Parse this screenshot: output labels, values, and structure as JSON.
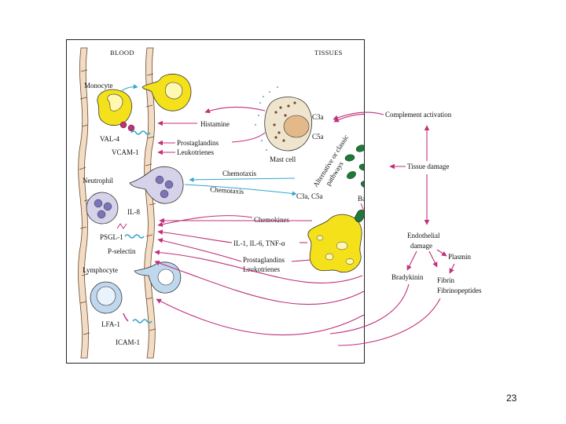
{
  "headers": {
    "blood": "BLOOD",
    "tissues": "TISSUES"
  },
  "cells": {
    "monocyte": "Monocyte",
    "neutrophil": "Neutrophil",
    "lymphocyte": "Lymphocyte",
    "mast_cell": "Mast cell",
    "bacteria": "Bacteria"
  },
  "adhesion": {
    "val4": "VAL-4",
    "vcam1": "VCAM-1",
    "il8": "IL-8",
    "psgl1": "PSGL-1",
    "pselectin": "P-selectin",
    "lfa1": "LFA-1",
    "icam1": "ICAM-1"
  },
  "mediators": {
    "histamine": "Histamine",
    "prostaglandins": "Prostaglandins",
    "leukotrienes": "Leukotrienes",
    "chemotaxis1": "Chemotaxis",
    "chemotaxis2": "Chemotaxis",
    "c3a_c5a": "C3a, C5a",
    "chemokines": "Chemokines",
    "cytokines": "IL-1, IL-6, TNF-α",
    "prostaglandins2": "Prostaglandins",
    "leukotrienes2": "Leukotrienes",
    "c3a": "C3a",
    "c5a": "C5a"
  },
  "cascade": {
    "complement_activation": "Complement activation",
    "pathways_line1": "Alternative or classic",
    "pathways_line2": "pathways",
    "tissue_damage": "Tissue damage",
    "endothelial1": "Endothelial",
    "endothelial2": "damage",
    "plasmin": "Plasmin",
    "bradykinin": "Bradykinin",
    "fibrin": "Fibrin",
    "fibrinopeptides": "Fibrinopeptides"
  },
  "slide_number": "23",
  "colors": {
    "magenta": "#c0317a",
    "cyan": "#33a6c9",
    "yellow": "#f4e11a",
    "blue_cell": "#bfd8ee",
    "lilac": "#d5d2ea"
  }
}
